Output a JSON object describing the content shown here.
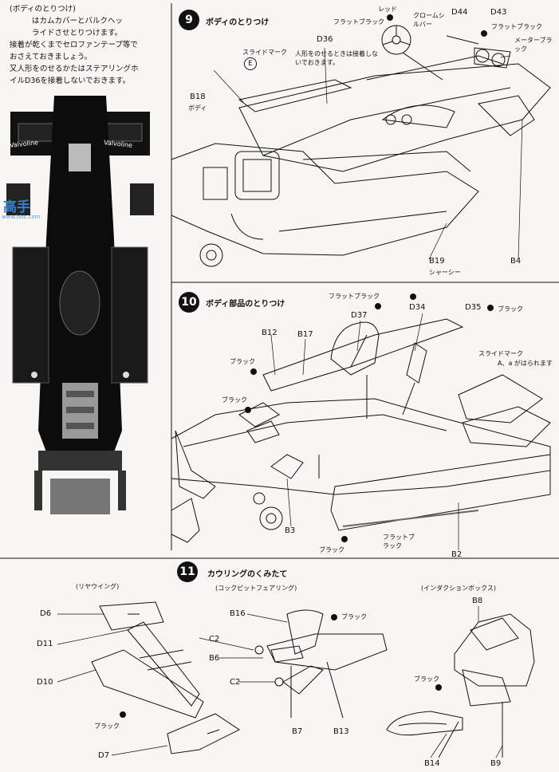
{
  "intro": {
    "heading": "(ボディのとりつけ)",
    "lines": [
      "はカムカバーとバルクヘッ",
      "ライドさせとりつけます。",
      "接着が乾くまでセロファンテープ等で",
      "おさえておきましょう。",
      "又人形をのせるかたはステアリングホ",
      "イルD36を接着しないでおきます。"
    ]
  },
  "car_photo": {
    "sponsor_text": "Valvoline"
  },
  "step9": {
    "number": "9",
    "title": "ボディのとりつけ",
    "labels": {
      "red": "レッド",
      "flat_black": "フラットブラック",
      "chrome_silver": "クロームシルバー",
      "d44": "D44",
      "d43": "D43",
      "flat_black2": "フラットブラック",
      "meter_black": "メーターブラック",
      "d36": "D36",
      "slide_mark": "スライドマーク",
      "slide_letter": "E",
      "figure_note": "人形をのせるときは接着しないでおきます。",
      "b18": "B18",
      "b18_sub": "ボディ",
      "b19": "B19",
      "b19_sub": "シャーシー",
      "b4": "B4"
    }
  },
  "step10": {
    "number": "10",
    "title": "ボディ部品のとりつけ",
    "labels": {
      "flat_black": "フラットブラック",
      "d37": "D37",
      "d34": "D34",
      "d35": "D35",
      "black_d35": "ブラック",
      "b12": "B12",
      "b17": "B17",
      "black1": "ブラック",
      "black2": "ブラック",
      "slide_mark": "スライドマーク",
      "slide_note": "A、a がはられます",
      "b3": "B3",
      "black3": "ブラック",
      "flat_black_b2": "フラットブラック",
      "b2": "B2"
    }
  },
  "step11": {
    "number": "11",
    "title": "カウリングのくみたて",
    "sections": {
      "rear_wing": "(リヤウイング)",
      "cockpit": "(コックピットフェアリング)",
      "induction": "(インダクションボックス)"
    },
    "labels": {
      "d6": "D6",
      "d11": "D11",
      "d10": "D10",
      "d7": "D7",
      "black_wing": "ブラック",
      "b16": "B16",
      "c2a": "C2",
      "b6": "B6",
      "c2b": "C2",
      "b7": "B7",
      "b13": "B13",
      "black_cockpit": "ブラック",
      "b8": "B8",
      "black_ind": "ブラック",
      "b14": "B14",
      "b9": "B9"
    }
  },
  "watermark": {
    "text": "高手",
    "url": "www.bbs.com"
  }
}
